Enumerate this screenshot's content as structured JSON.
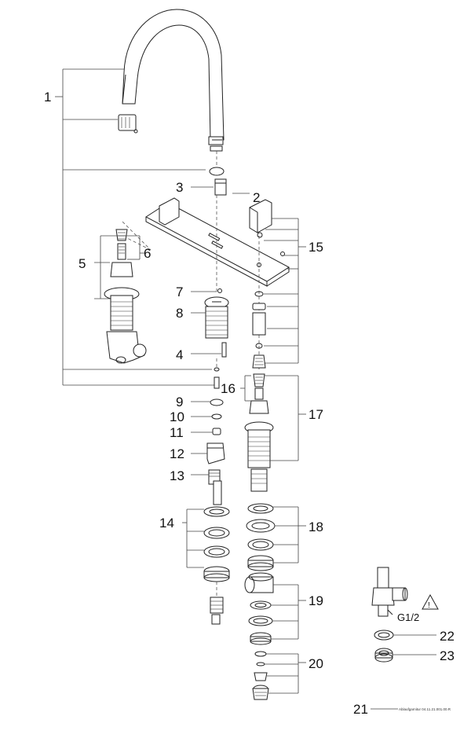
{
  "callouts": {
    "c1": "1",
    "c2": "2",
    "c3": "3",
    "c4": "4",
    "c5": "5",
    "c6": "6",
    "c7": "7",
    "c8": "8",
    "c9": "9",
    "c10": "10",
    "c11": "11",
    "c12": "12",
    "c13": "13",
    "c14": "14",
    "c15": "15",
    "c16": "16",
    "c17": "17",
    "c18": "18",
    "c19": "19",
    "c20": "20",
    "c21": "21",
    "c22": "22",
    "c23": "23"
  },
  "thread_label": "G1/2",
  "warning_symbol": "!",
  "reference_text": "Ablaufgarnitur 04.11.21.001.00.R"
}
